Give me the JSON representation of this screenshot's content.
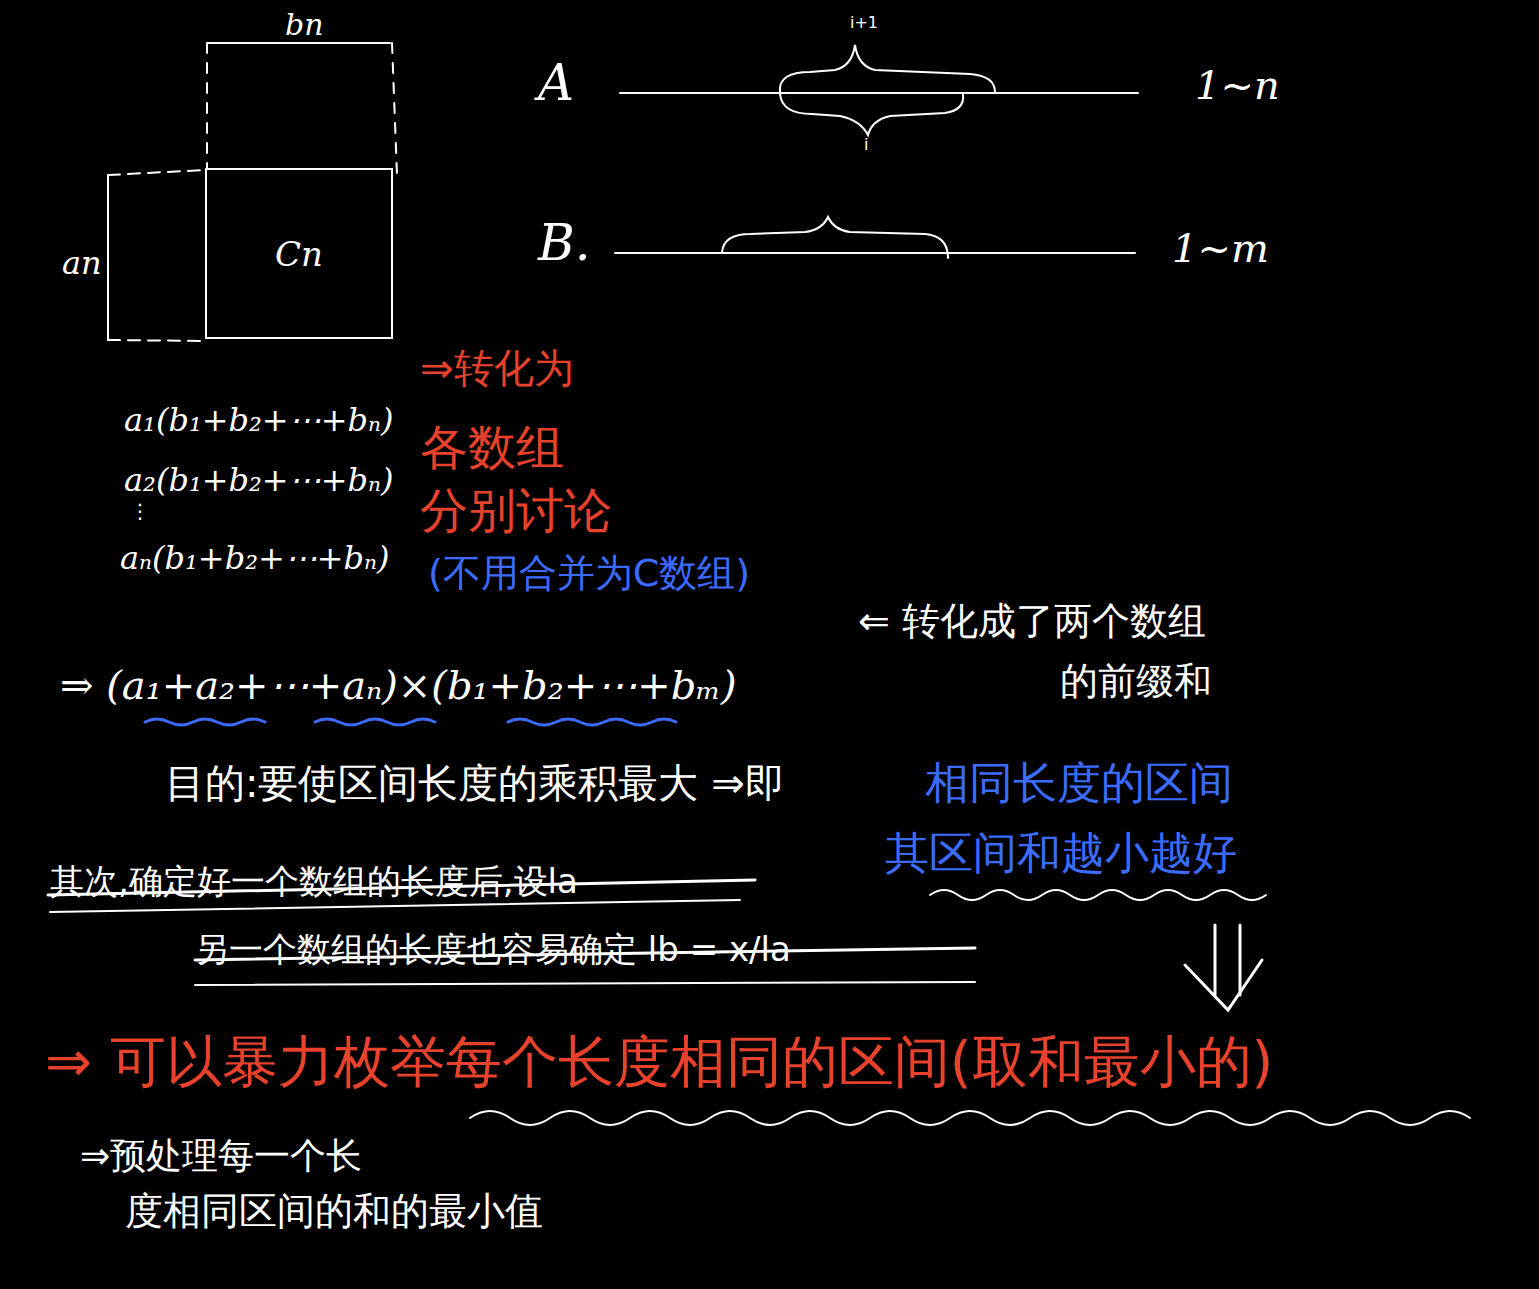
{
  "diagram": {
    "nodes": [
      {
        "text": [
          "Cn"
        ]
      }
    ],
    "labels": [
      "bn",
      "an",
      "A",
      "i+1",
      "i",
      "1~n",
      "B.",
      "1~m",
      "a₁(b₁+b₂+⋯+bₙ)",
      "a₂(b₁+b₂+⋯+bₙ)",
      "⋮",
      "aₙ(b₁+b₂+⋯+bₙ)",
      "⇒转化为",
      "各数组",
      "分别讨论",
      "(不用合并为C数组)",
      "⇒ (a₁+a₂+⋯+aₙ)×(b₁+b₂+⋯+bₘ)",
      "⇐ 转化成了两个数组",
      "的前缀和",
      "目的:要使区间长度的乘积最大 ⇒即",
      "相同长度的区间",
      "其区间和越小越好",
      "其次,确定好一个数组的长度后,设la",
      "另一个数组的长度也容易确定 lb = x/la",
      "⇒ 可以暴力枚举每个长度相同的区间(取和最小的)",
      "⇒预处理每一个长",
      "度相同区间的和的最小值"
    ]
  }
}
